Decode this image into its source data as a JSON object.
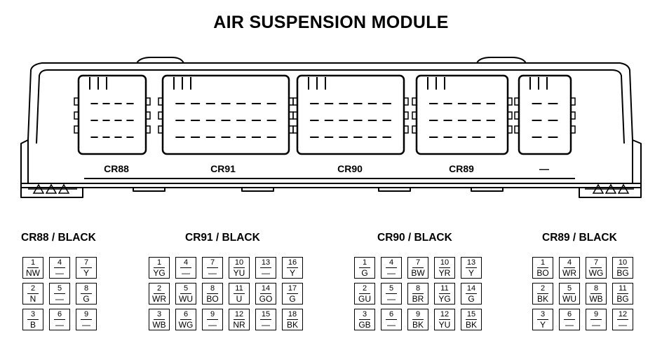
{
  "title": "AIR SUSPENSION MODULE",
  "module_labels": [
    "CR88",
    "CR91",
    "CR90",
    "CR89",
    "—"
  ],
  "connectors": [
    {
      "title": "CR88 / BLACK",
      "rows": [
        [
          {
            "n": "1",
            "c": "NW"
          },
          {
            "n": "4",
            "c": "—"
          },
          {
            "n": "7",
            "c": "Y"
          }
        ],
        [
          {
            "n": "2",
            "c": "N"
          },
          {
            "n": "5",
            "c": "—"
          },
          {
            "n": "8",
            "c": "G"
          }
        ],
        [
          {
            "n": "3",
            "c": "B"
          },
          {
            "n": "6",
            "c": "—"
          },
          {
            "n": "9",
            "c": "—"
          }
        ]
      ]
    },
    {
      "title": "CR91 / BLACK",
      "rows": [
        [
          {
            "n": "1",
            "c": "YG"
          },
          {
            "n": "4",
            "c": "—"
          },
          {
            "n": "7",
            "c": "—"
          },
          {
            "n": "10",
            "c": "YU"
          },
          {
            "n": "13",
            "c": "—"
          },
          {
            "n": "16",
            "c": "Y"
          }
        ],
        [
          {
            "n": "2",
            "c": "WR"
          },
          {
            "n": "5",
            "c": "WU"
          },
          {
            "n": "8",
            "c": "BO"
          },
          {
            "n": "11",
            "c": "U"
          },
          {
            "n": "14",
            "c": "GO"
          },
          {
            "n": "17",
            "c": "G"
          }
        ],
        [
          {
            "n": "3",
            "c": "WB"
          },
          {
            "n": "6",
            "c": "WG"
          },
          {
            "n": "9",
            "c": "—"
          },
          {
            "n": "12",
            "c": "NR"
          },
          {
            "n": "15",
            "c": "—"
          },
          {
            "n": "18",
            "c": "BK"
          }
        ]
      ]
    },
    {
      "title": "CR90 / BLACK",
      "rows": [
        [
          {
            "n": "1",
            "c": "G"
          },
          {
            "n": "4",
            "c": "—"
          },
          {
            "n": "7",
            "c": "BW"
          },
          {
            "n": "10",
            "c": "YR"
          },
          {
            "n": "13",
            "c": "Y"
          }
        ],
        [
          {
            "n": "2",
            "c": "GU"
          },
          {
            "n": "5",
            "c": "—"
          },
          {
            "n": "8",
            "c": "BR"
          },
          {
            "n": "11",
            "c": "YG"
          },
          {
            "n": "14",
            "c": "G"
          }
        ],
        [
          {
            "n": "3",
            "c": "GB"
          },
          {
            "n": "6",
            "c": "—"
          },
          {
            "n": "9",
            "c": "BK"
          },
          {
            "n": "12",
            "c": "YU"
          },
          {
            "n": "15",
            "c": "BK"
          }
        ]
      ]
    },
    {
      "title": "CR89 / BLACK",
      "rows": [
        [
          {
            "n": "1",
            "c": "BO"
          },
          {
            "n": "4",
            "c": "WR"
          },
          {
            "n": "7",
            "c": "WG"
          },
          {
            "n": "10",
            "c": "BG"
          }
        ],
        [
          {
            "n": "2",
            "c": "BK"
          },
          {
            "n": "5",
            "c": "WU"
          },
          {
            "n": "8",
            "c": "WB"
          },
          {
            "n": "11",
            "c": "BG"
          }
        ],
        [
          {
            "n": "3",
            "c": "Y"
          },
          {
            "n": "6",
            "c": "—"
          },
          {
            "n": "9",
            "c": "—"
          },
          {
            "n": "12",
            "c": "—"
          }
        ]
      ]
    }
  ]
}
